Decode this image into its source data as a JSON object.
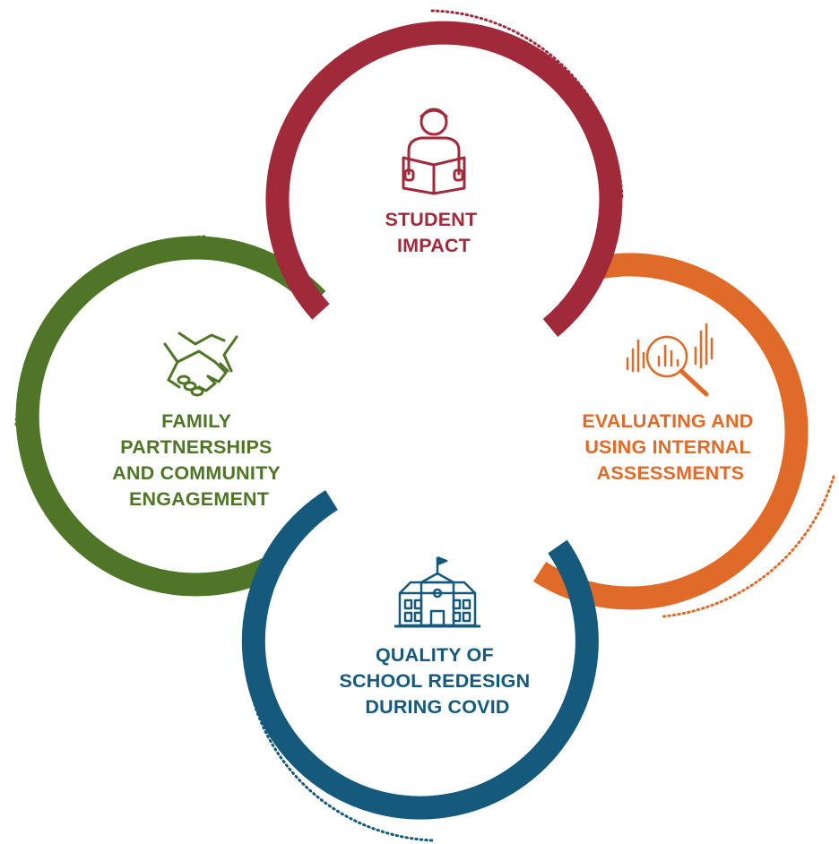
{
  "colors": {
    "student": "#A02A3A",
    "family": "#4F7527",
    "evaluating": "#E06A28",
    "quality": "#155A7C",
    "background": "#FFFFFF"
  },
  "circles": {
    "student": {
      "icon": "student-reading-icon",
      "lines": [
        "STUDENT",
        "IMPACT"
      ]
    },
    "family": {
      "icon": "handshake-icon",
      "lines": [
        "FAMILY",
        "PARTNERSHIPS",
        "AND COMMUNITY",
        "ENGAGEMENT"
      ]
    },
    "evaluating": {
      "icon": "magnifier-chart-icon",
      "lines": [
        "EVALUATING AND",
        "USING INTERNAL",
        "ASSESSMENTS"
      ]
    },
    "quality": {
      "icon": "school-building-icon",
      "lines": [
        "QUALITY OF",
        "SCHOOL REDESIGN",
        "DURING COVID"
      ]
    }
  }
}
